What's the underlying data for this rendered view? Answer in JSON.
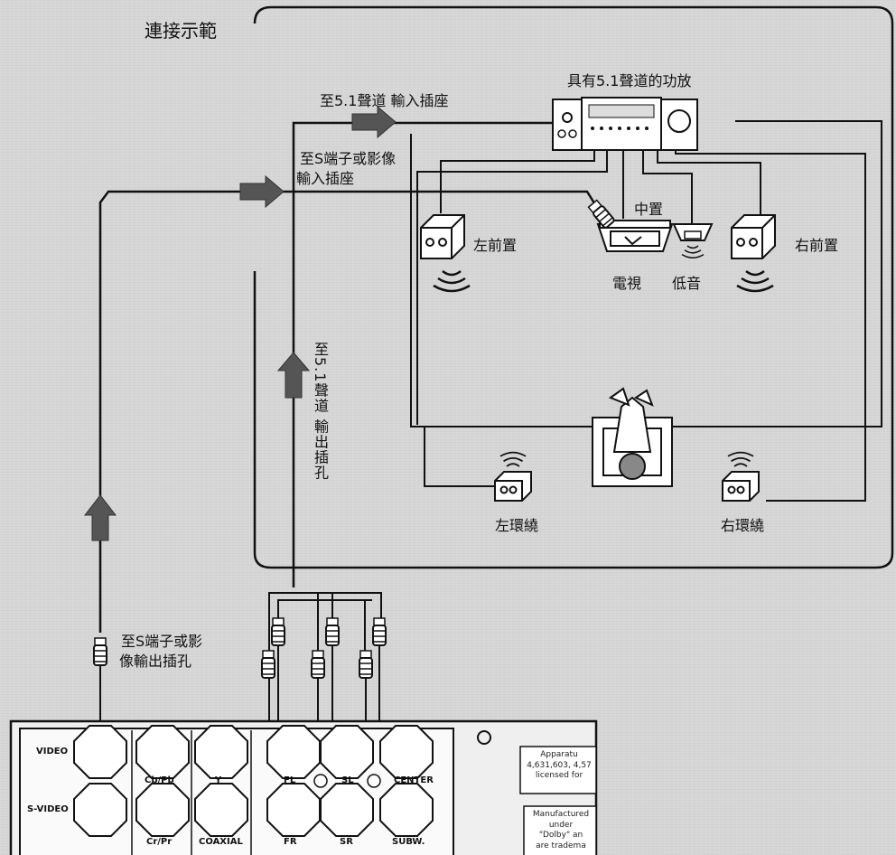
{
  "title": "連接示範",
  "labels": {
    "to_51_input": "至5.1聲道 輸入插座",
    "to_svideo_input_1": "至S端子或影像",
    "to_svideo_input_2": "輸入插座",
    "amp": "具有5.1聲道的功放",
    "center": "中置",
    "front_left": "左前置",
    "front_right": "右前置",
    "tv": "電視",
    "subwoofer": "低音",
    "surround_left": "左環繞",
    "surround_right": "右環繞",
    "to_51_output": "至5.1聲道 輸出插孔",
    "to_svideo_output_1": "至S端子或影",
    "to_svideo_output_2": "像輸出插孔"
  },
  "panel": {
    "video": "VIDEO",
    "svideo": "S-VIDEO",
    "cbpb": "Cb/Pb",
    "y": "Y",
    "crpr": "Cr/Pr",
    "coaxial": "COAXIAL",
    "fl": "FL",
    "sl": "SL",
    "center": "CENTER",
    "fr": "FR",
    "sr": "SR",
    "subw": "SUBW.",
    "note1": "Apparatu\n4,631,603, 4,57\nlicensed for",
    "note2": "Manufactured under\n\"Dolby\" an\nare tradema"
  },
  "icons": {
    "arrow": "arrow-right-icon",
    "arrow_up": "arrow-up-icon",
    "speaker": "speaker-icon",
    "tv": "tv-icon",
    "listener": "listener-icon",
    "amplifier": "amplifier-icon",
    "plug": "rca-plug-icon"
  }
}
